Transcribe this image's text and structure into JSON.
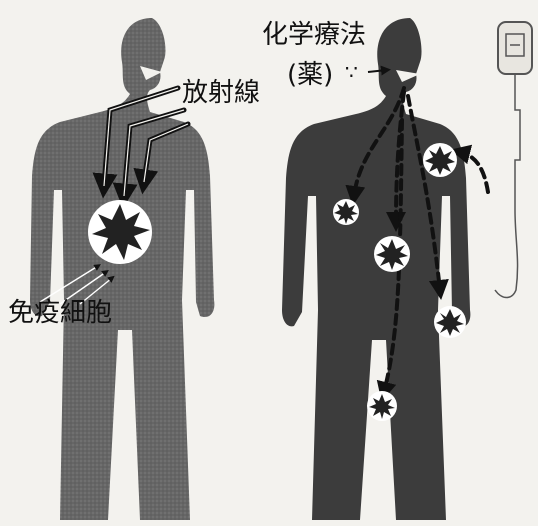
{
  "labels": {
    "radiation": "放射線",
    "chemotherapy": "化学療法",
    "drug": "(薬)",
    "immune_cells": "免疫細胞"
  },
  "colors": {
    "figure": "#6d6d6d",
    "figure_dark": "#3a3a3a",
    "background": "#f3f2ee",
    "arrow": "#111111"
  },
  "icons": {
    "iv_bag": "iv-drip-bag-icon",
    "tumor": "spiky-tumor-icon"
  }
}
